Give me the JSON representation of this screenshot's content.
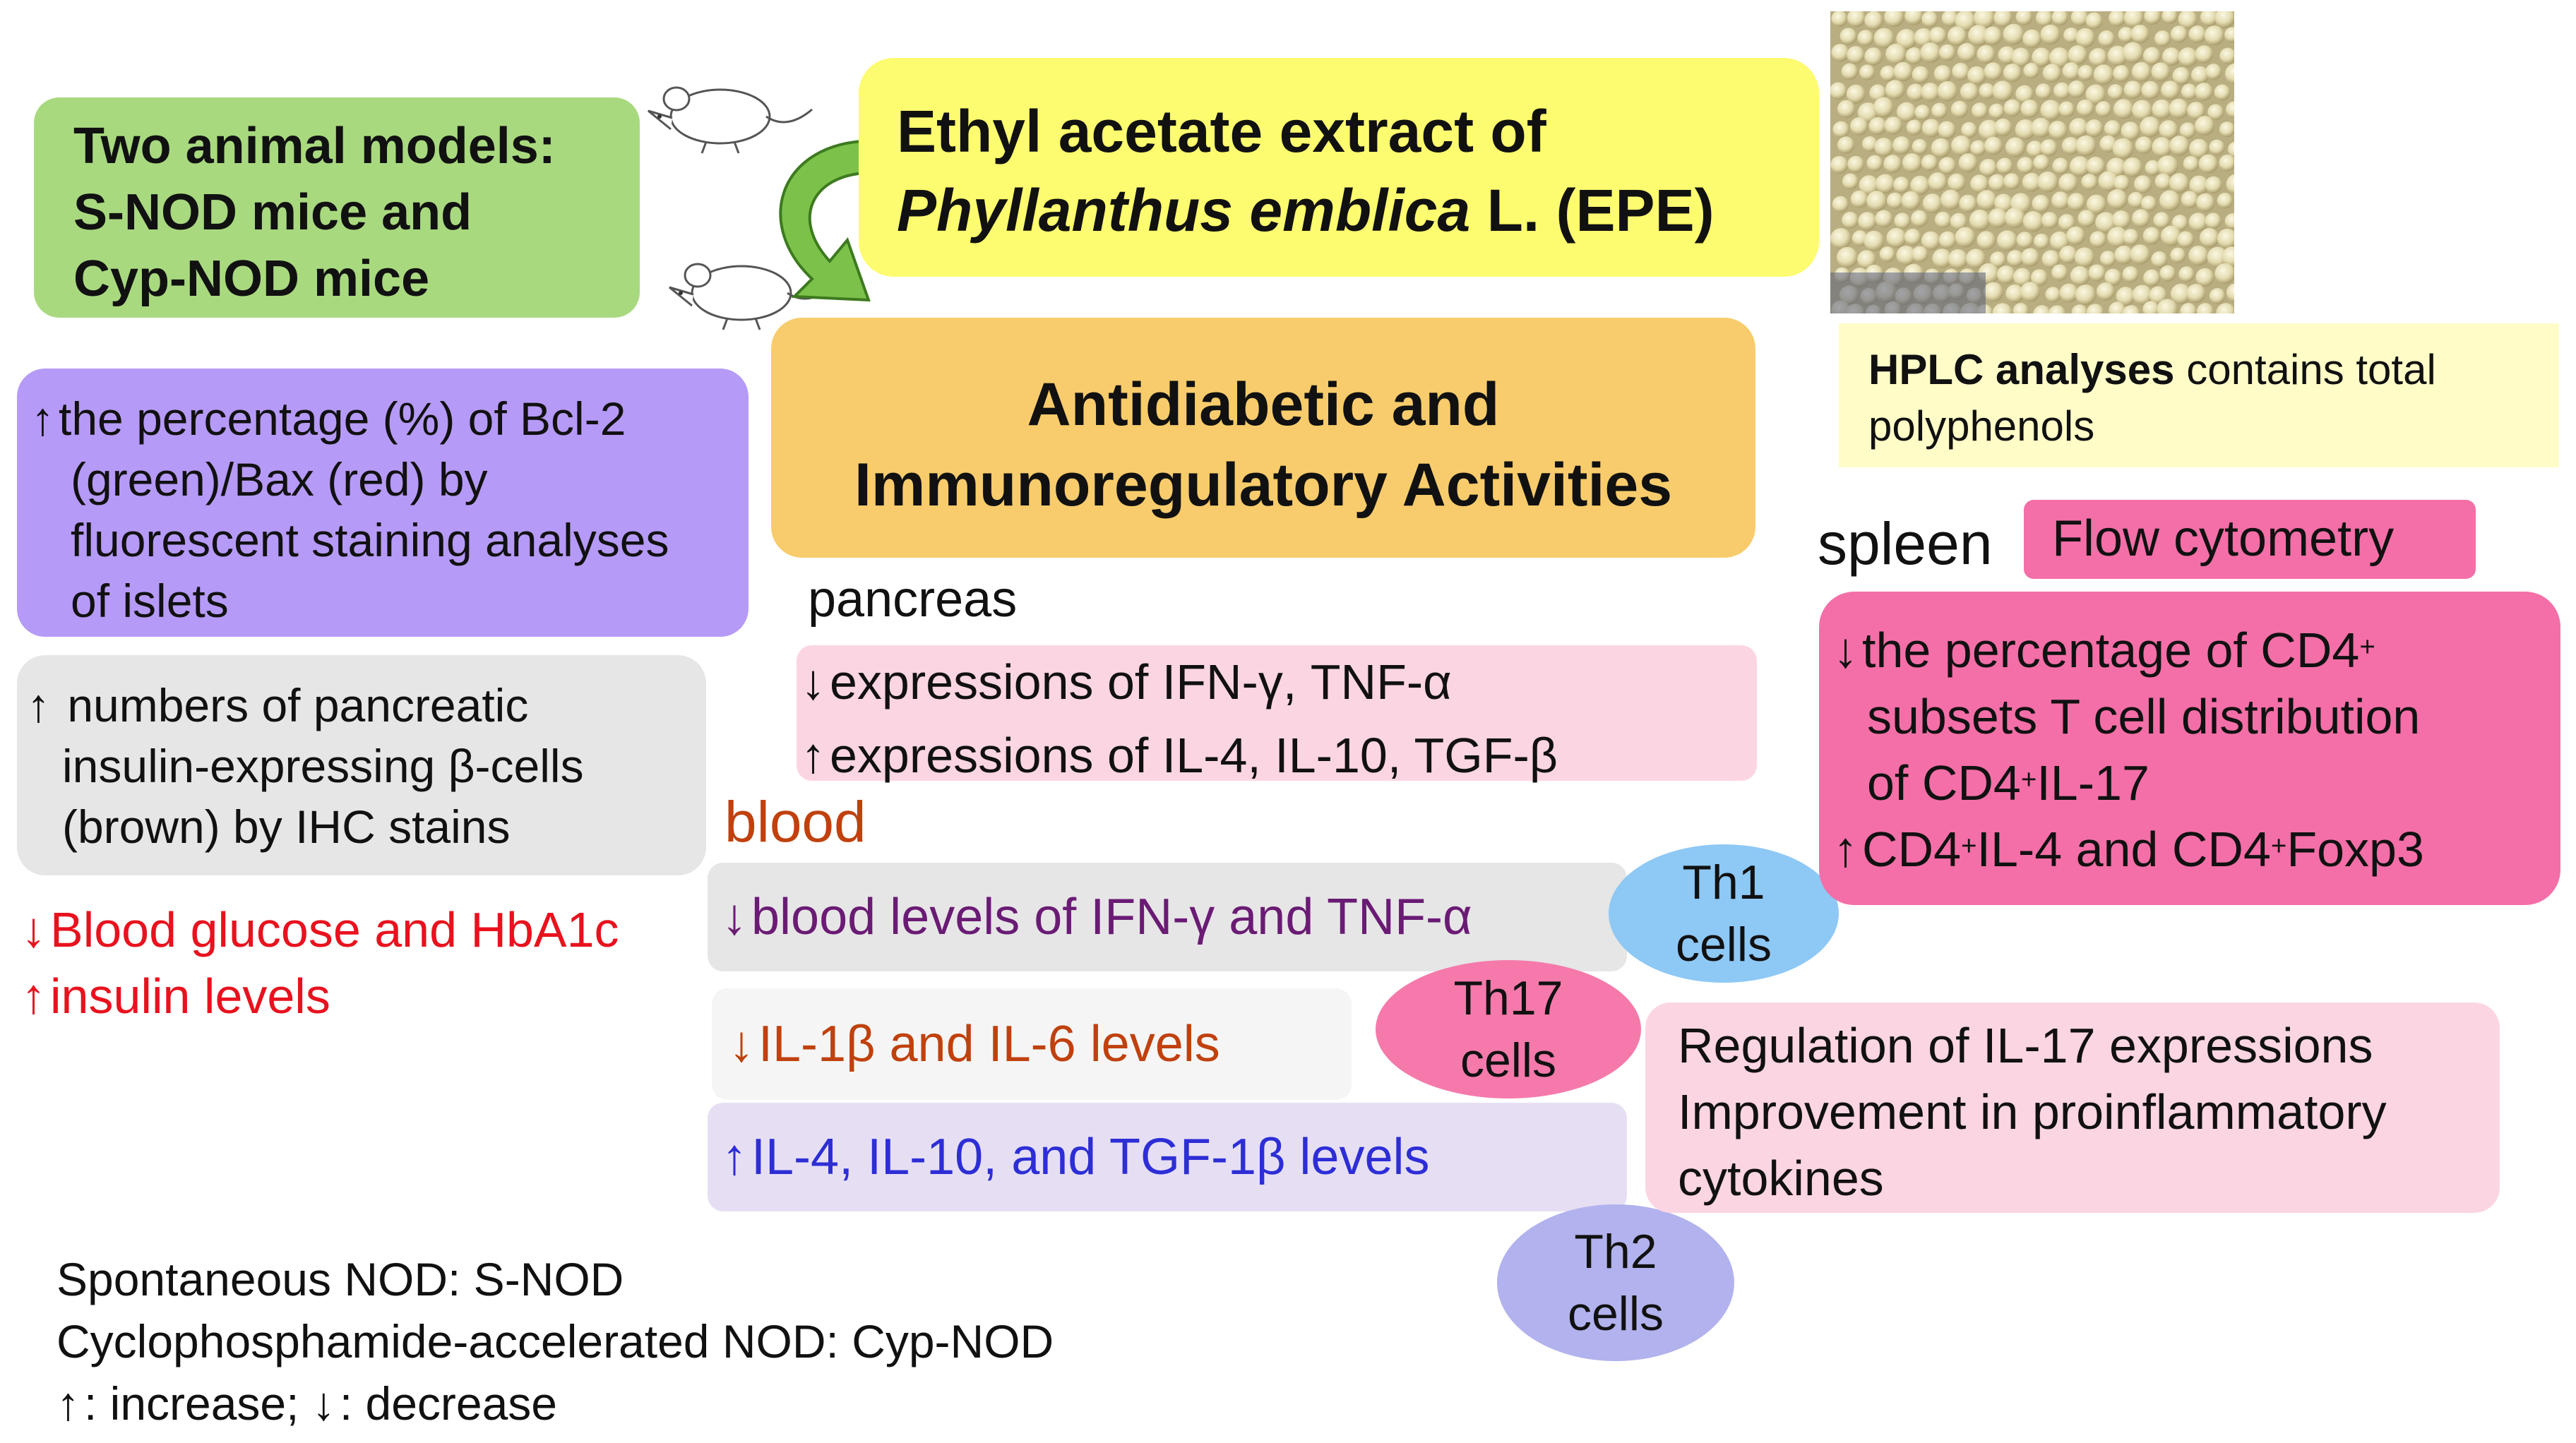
{
  "models_box": {
    "lines": [
      "Two animal models:",
      "S-NOD mice and",
      "Cyp-NOD mice"
    ]
  },
  "title_box": {
    "line1": "Ethyl acetate extract of",
    "line2_italic": "Phyllanthus emblica",
    "line2_rest": " L. (EPE)"
  },
  "photo": {
    "icon": "gooseberries-photo"
  },
  "hplc_box": {
    "bold": "HPLC analyses",
    "rest": " contains total",
    "line2": "polyphenols"
  },
  "activities_box": {
    "lines": [
      "Antidiabetic and",
      "Immunoregulatory Activities"
    ]
  },
  "bcl2_box": {
    "arrow": "↑",
    "lines": [
      "the percentage (%) of Bcl-2",
      "(green)/Bax (red) by",
      "fluorescent staining analyses",
      "of islets"
    ]
  },
  "ihc_box": {
    "arrow": "↑",
    "lines": [
      " numbers of pancreatic",
      "insulin-expressing β-cells",
      "(brown) by IHC stains"
    ]
  },
  "glucose": {
    "down_arrow": "↓",
    "line1": "Blood glucose and HbA1c",
    "up_arrow": "↑",
    "line2": "insulin  levels"
  },
  "pancreas": {
    "label": "pancreas",
    "down_arrow": "↓",
    "line1": "expressions of IFN-γ, TNF-α",
    "up_arrow": "↑",
    "line2": "expressions of IL-4, IL-10, TGF-β"
  },
  "blood": {
    "label": "blood",
    "row1_arrow": "↓",
    "row1": "blood levels of IFN-γ and TNF-α",
    "row2_arrow": "↓",
    "row2": "IL-1β and IL-6 levels",
    "row3_arrow": "↑",
    "row3": "IL-4, IL-10, and TGF-1β levels"
  },
  "cells": {
    "th1": [
      "Th1",
      "cells"
    ],
    "th17": [
      "Th17",
      "cells"
    ],
    "th2": [
      "Th2",
      "cells"
    ]
  },
  "spleen": {
    "label": "spleen",
    "flow": "Flow cytometry",
    "down_arrow": "↓",
    "line1_a": "the percentage of CD4",
    "line1_sup": "+",
    "line2": "subsets T cell distribution",
    "line3_a": "of CD4",
    "line3_sup": "+",
    "line3_b": "IL-17",
    "up_arrow": "↑",
    "line4_a": "CD4",
    "line4_sup1": "+",
    "line4_b": "IL-4 and CD4",
    "line4_sup2": "+",
    "line4_c": "Foxp3"
  },
  "regulation_box": {
    "lines": [
      "Regulation  of IL-17 expressions",
      "Improvement  in proinflammatory",
      "cytokines"
    ]
  },
  "legend": {
    "line1": "Spontaneous NOD: S-NOD",
    "line2": "Cyclophosphamide-accelerated NOD: Cyp-NOD",
    "up_arrow": "↑",
    "up_text": ": increase;  ",
    "down_arrow": "↓",
    "down_text": ": decrease"
  },
  "colors": {
    "green": "#a9d97f",
    "yellow": "#fdfb6f",
    "orange": "#f8cc6c",
    "purple": "#b69af7",
    "gray": "#e6e6e6",
    "pink_light": "#fcd5e3",
    "pink_dark": "#f46fa7",
    "blue_circle": "#8ec8f5",
    "pink_circle": "#f57aab",
    "lavender_circle": "#b2b2ee",
    "red_text": "#e8121e",
    "orange_text": "#c0410e",
    "purple_text": "#6a1b74",
    "blue_text": "#2d2ed6"
  }
}
